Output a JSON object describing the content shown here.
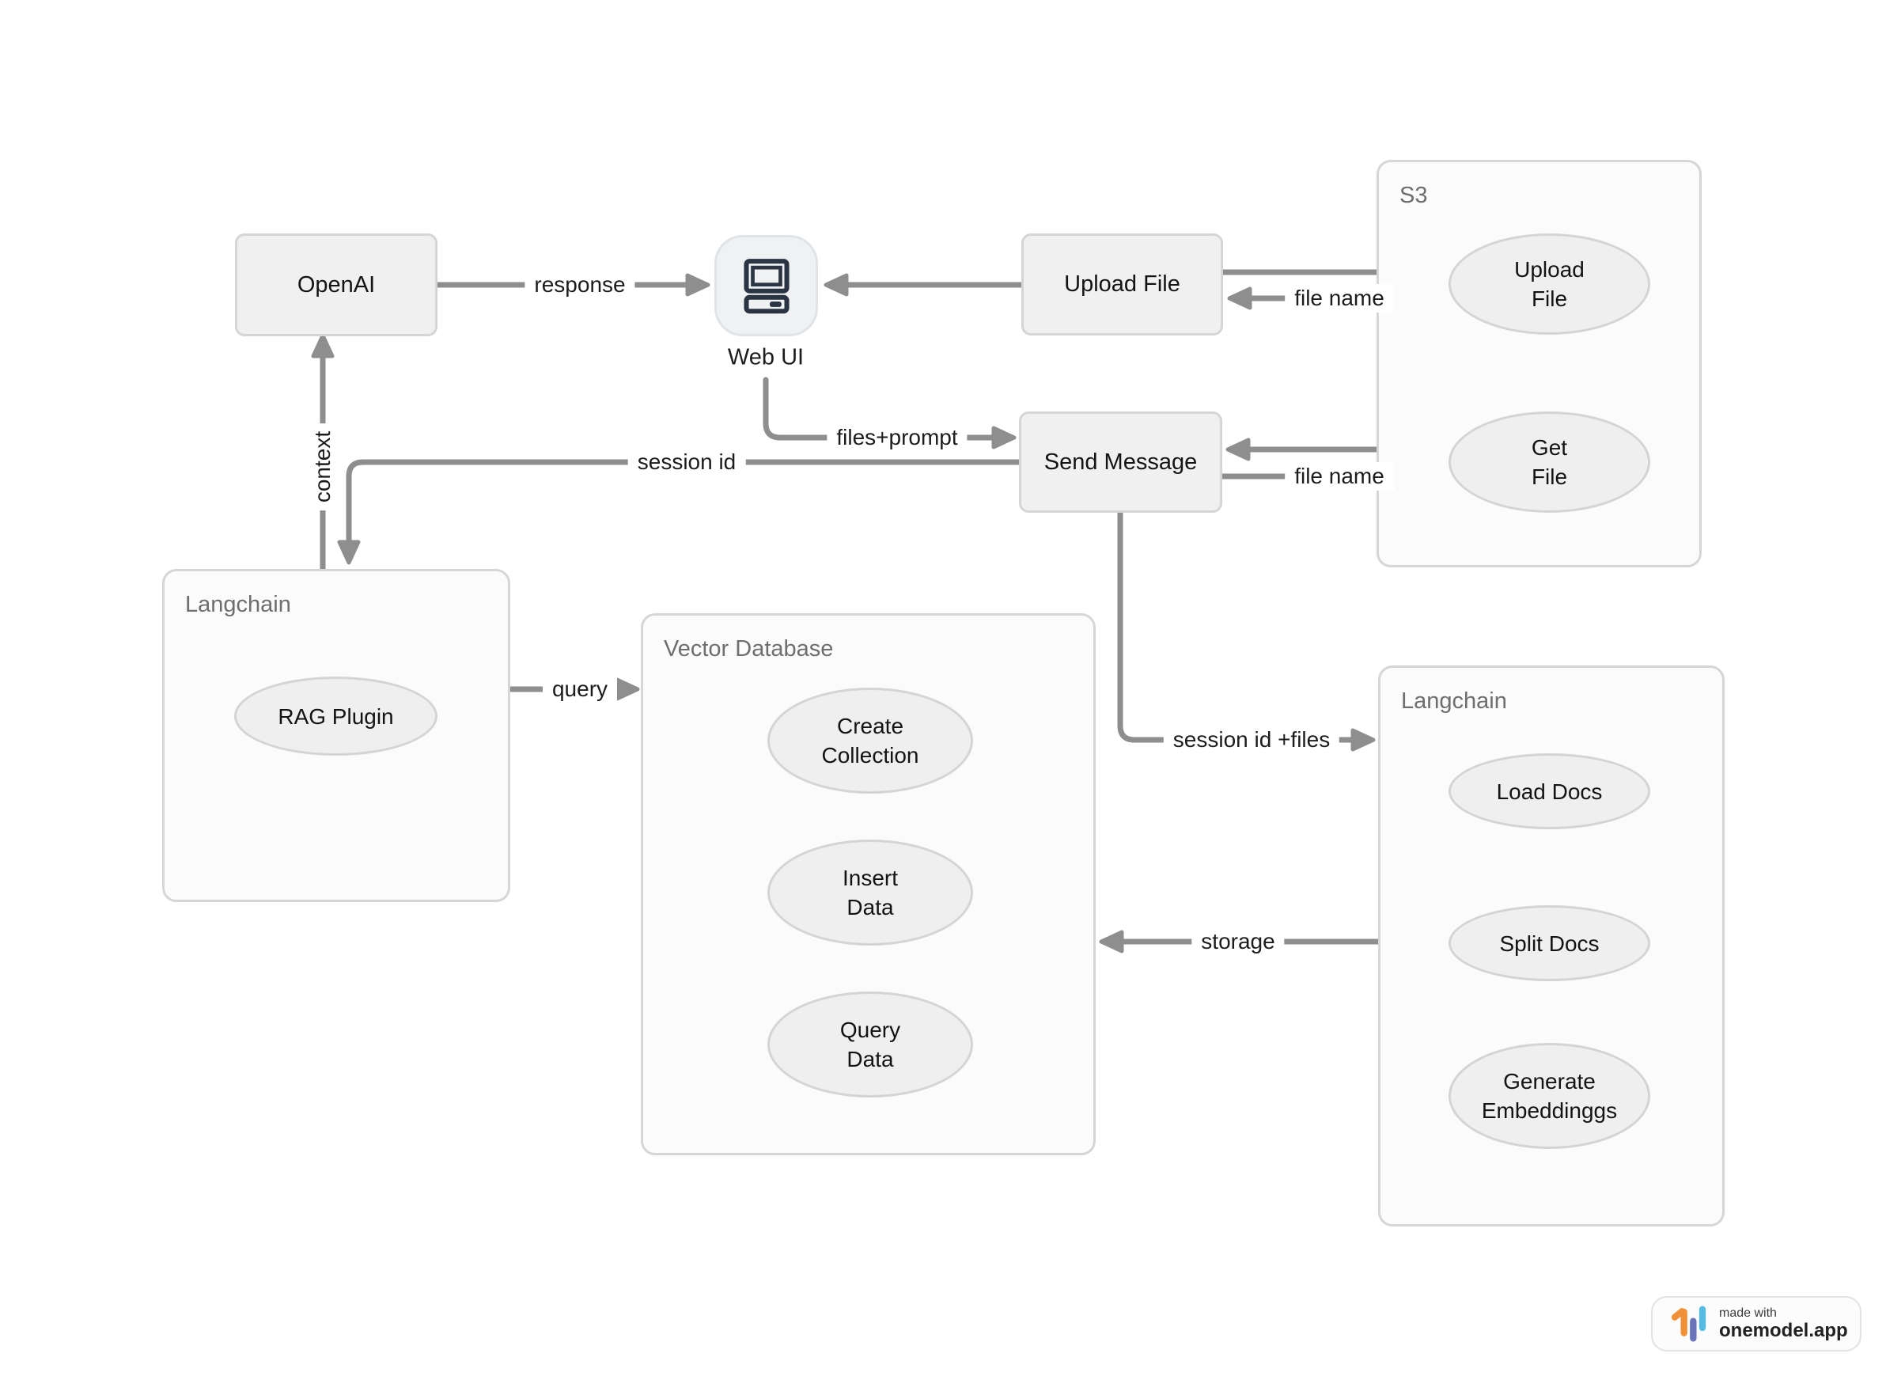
{
  "nodes": {
    "openai": {
      "label": "OpenAI"
    },
    "web_ui": {
      "label": "Web UI"
    },
    "upload_file": {
      "label": "Upload File"
    },
    "send_message": {
      "label": "Send Message"
    }
  },
  "containers": {
    "s3": {
      "label": "S3"
    },
    "langchain_left": {
      "label": "Langchain"
    },
    "vector_database": {
      "label": "Vector Database"
    },
    "langchain_right": {
      "label": "Langchain"
    }
  },
  "processes": {
    "s3_upload_file": {
      "line1": "Upload",
      "line2": "File"
    },
    "s3_get_file": {
      "line1": "Get",
      "line2": "File"
    },
    "rag_plugin": {
      "line1": "RAG Plugin"
    },
    "create_collection": {
      "line1": "Create",
      "line2": "Collection"
    },
    "insert_data": {
      "line1": "Insert",
      "line2": "Data"
    },
    "query_data": {
      "line1": "Query",
      "line2": "Data"
    },
    "load_docs": {
      "line1": "Load Docs"
    },
    "split_docs": {
      "line1": "Split Docs"
    },
    "generate_embeddings": {
      "line1": "Generate",
      "line2": "Embeddinggs"
    }
  },
  "edges": {
    "response": "response",
    "upload_file_name": "file name",
    "files_prompt": "files+prompt",
    "session_id": "session id",
    "context": "context",
    "query": "query",
    "session_id_files": "session id +files",
    "storage": "storage",
    "get_file_name": "file name"
  },
  "badge": {
    "made_with": "made with",
    "brand": "onemodel.app"
  },
  "colors": {
    "arrow": "#8e8e8e",
    "node_fill": "#f0f0f0",
    "node_border": "#d5d5d5",
    "container_fill": "#fbfbfb",
    "container_border": "#d6d6d6",
    "ellipse_fill": "#efefef",
    "ellipse_border": "#d4d4d4",
    "computer_icon_ink": "#2b3442",
    "logo_orange": "#f0913a",
    "logo_purple": "#6a74b8",
    "logo_blue": "#55bbe4"
  }
}
